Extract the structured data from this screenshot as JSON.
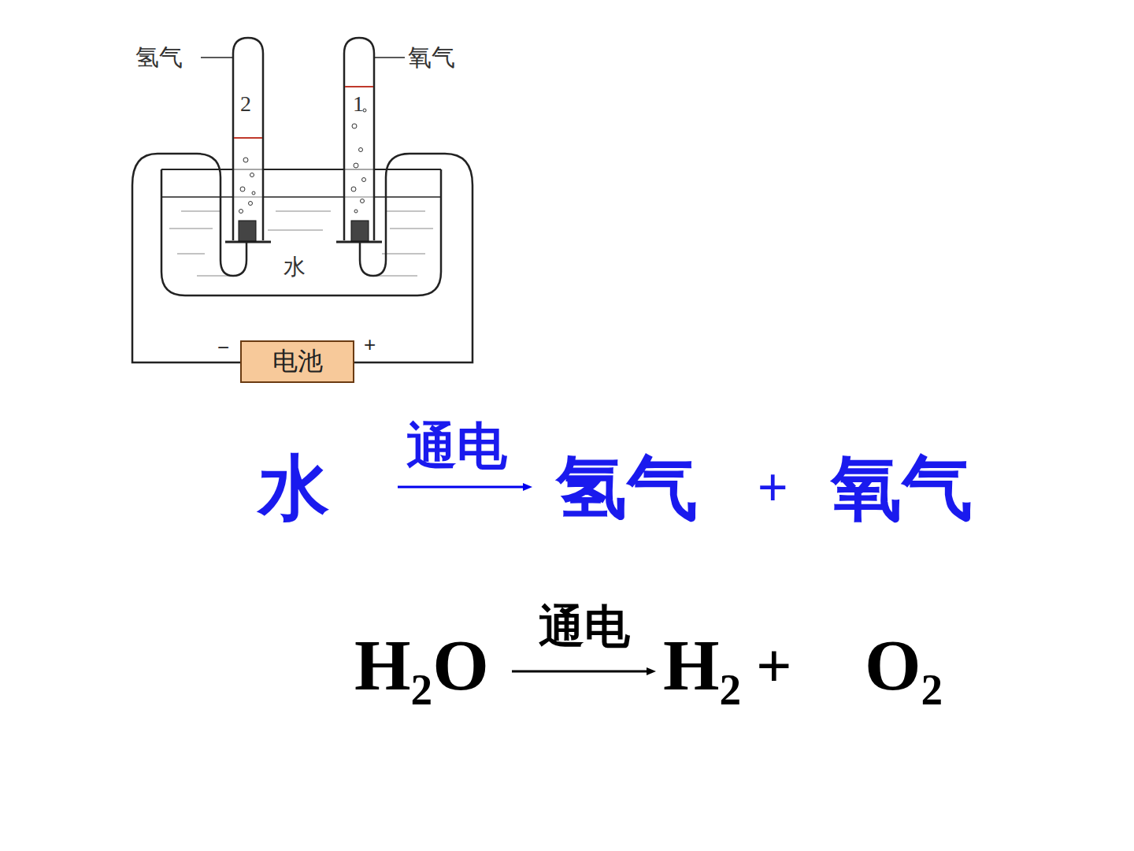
{
  "diagram": {
    "nodes": [
      {
        "text": [
          "电池"
        ]
      }
    ],
    "labels": [
      "氢气",
      "氧气",
      "2",
      "1",
      "水",
      "−",
      "+",
      "水",
      "通电",
      "氢气",
      "+",
      "氧气",
      "H₂O",
      "通电",
      "H₂",
      "+",
      "O₂"
    ]
  }
}
